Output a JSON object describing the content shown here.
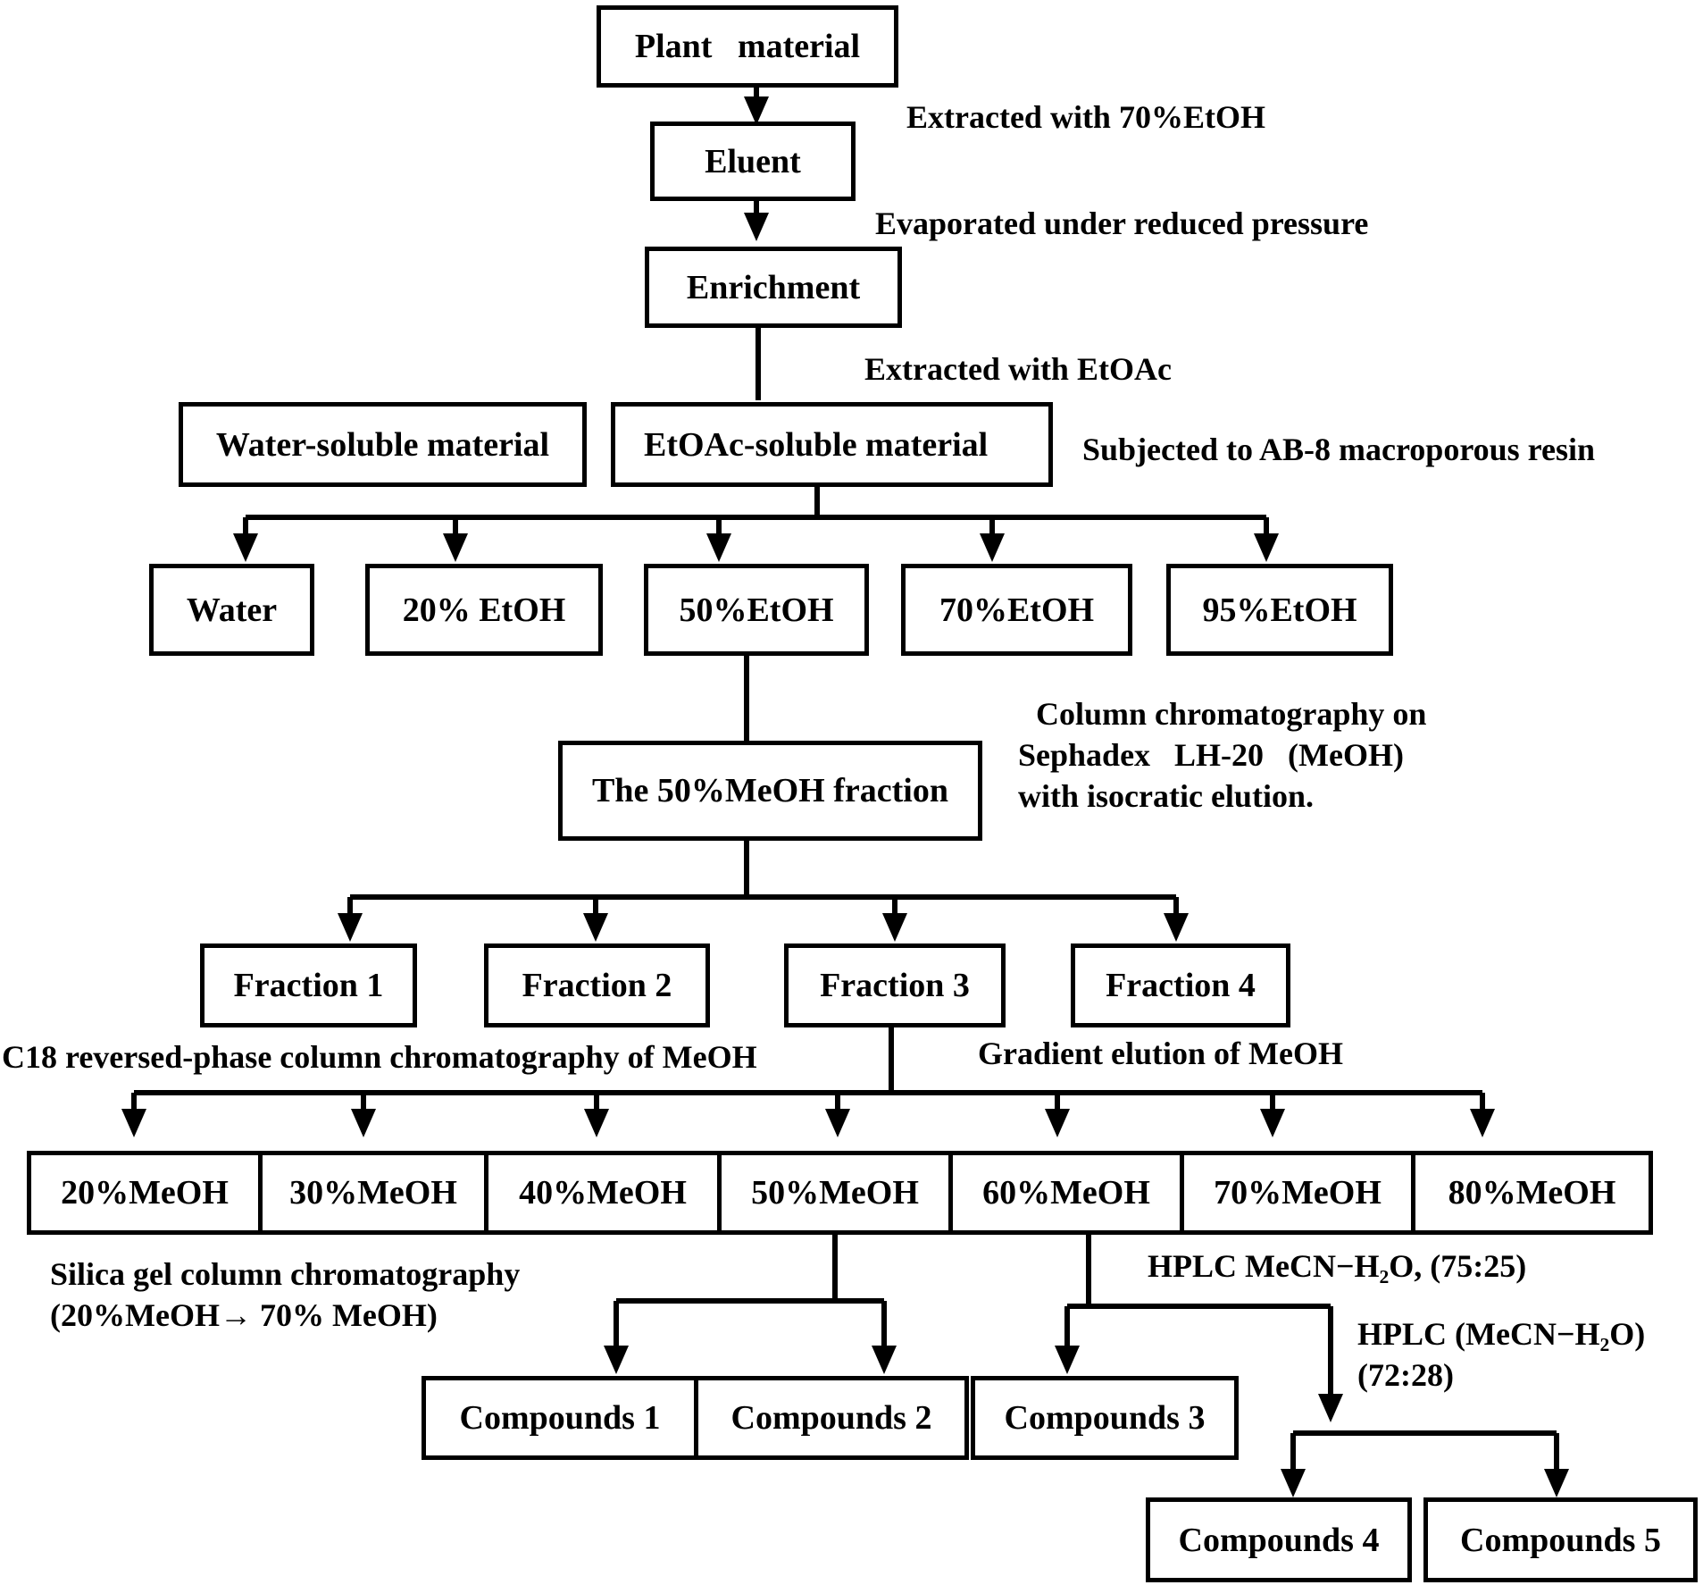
{
  "boxes": {
    "plant_material": "Plant   material",
    "eluent": "Eluent",
    "enrichment": "Enrichment",
    "water_soluble": "Water-soluble material",
    "etoac_soluble": "EtOAc-soluble material",
    "water": "Water",
    "etoh20": "20% EtOH",
    "etoh50": "50%EtOH",
    "etoh70": "70%EtOH",
    "etoh95": "95%EtOH",
    "meoh50_fraction": "The 50%MeOH fraction",
    "fraction1": "Fraction 1",
    "fraction2": "Fraction 2",
    "fraction3": "Fraction 3",
    "fraction4": "Fraction 4",
    "meoh20": "20%MeOH",
    "meoh30": "30%MeOH",
    "meoh40": "40%MeOH",
    "meoh50": "50%MeOH",
    "meoh60": "60%MeOH",
    "meoh70": "70%MeOH",
    "meoh80": "80%MeOH",
    "compounds1": "Compounds 1",
    "compounds2": "Compounds 2",
    "compounds3": "Compounds 3",
    "compounds4": "Compounds 4",
    "compounds5": "Compounds 5"
  },
  "steps": {
    "extract_etoh": "Extracted with 70%EtOH",
    "evaporate": "Evaporated under reduced pressure",
    "extract_etoac": "Extracted with EtOAc",
    "ab8": "Subjected to AB-8 macroporous resin",
    "sephadex_l1": "Column chromatography on",
    "sephadex_l2": "Sephadex   LH-20   (MeOH)",
    "sephadex_l3": "with isocratic elution.",
    "c18": "C18 reversed-phase column chromatography of MeOH",
    "gradient": "Gradient elution of MeOH",
    "silica_l1": "Silica gel column chromatography",
    "silica_l2": "(20%MeOH→ 70% MeOH)",
    "hplc1": "HPLC MeCN−H₂O, (75:25)",
    "hplc2_l1": "HPLC (MeCN−H₂O)",
    "hplc2_l2": "(72:28)"
  }
}
